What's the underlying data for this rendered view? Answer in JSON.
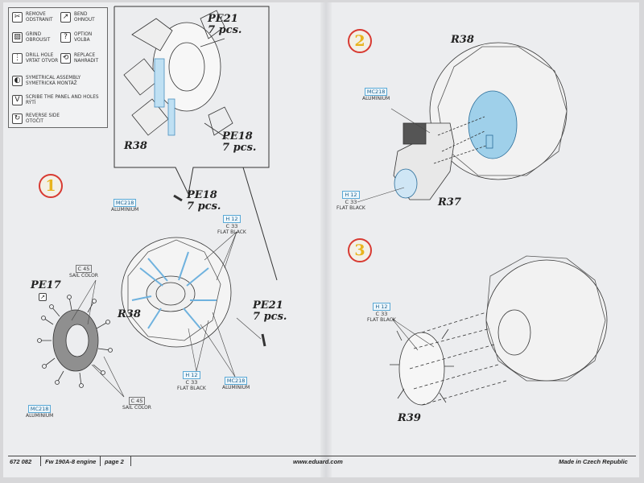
{
  "legend": {
    "items": [
      {
        "icon": "remove-icon",
        "glyph": "✂",
        "lines": [
          "REMOVE",
          "ODSTRANIT"
        ]
      },
      {
        "icon": "bend-icon",
        "glyph": "↗",
        "lines": [
          "BEND",
          "OHNOUT"
        ]
      },
      {
        "icon": "grind-icon",
        "glyph": "▨",
        "lines": [
          "GRIND",
          "OBROUSIT"
        ]
      },
      {
        "icon": "option-icon",
        "glyph": "?",
        "lines": [
          "OPTION",
          "VOLBA"
        ]
      },
      {
        "icon": "drill-hole-icon",
        "glyph": "⋮",
        "lines": [
          "DRILL HOLE",
          "VRTAT OTVOR"
        ]
      },
      {
        "icon": "replace-icon",
        "glyph": "⟲",
        "lines": [
          "REPLACE",
          "NAHRADIT"
        ]
      },
      {
        "icon": "symmetrical-assembly-icon",
        "glyph": "◐",
        "lines": [
          "SYMETRICAL ASSEMBLY",
          "SYMETRICKÁ MONTÁŽ"
        ]
      },
      {
        "icon": "scribe-icon",
        "glyph": "V",
        "lines": [
          "SCRIBE THE PANEL AND HOLES",
          "RÝTÍ"
        ]
      },
      {
        "icon": "reverse-side-icon",
        "glyph": "↻",
        "lines": [
          "REVERSE SIDE",
          "OTOČIT"
        ]
      }
    ]
  },
  "steps": {
    "one": "1",
    "two": "2",
    "three": "3"
  },
  "parts": {
    "pe21_top": "PE21",
    "pe21_top_qty": "7 pcs.",
    "pe18_top": "PE18",
    "pe18_top_qty": "7 pcs.",
    "r38_callout": "R38",
    "pe18": "PE18",
    "pe18_qty": "7 pcs.",
    "pe17": "PE17",
    "r38_step1": "R38",
    "pe21": "PE21",
    "pe21_qty": "7 pcs.",
    "r38_step2": "R38",
    "r37": "R37",
    "r39": "R39"
  },
  "codes": {
    "mc218_a": {
      "code": "MC218",
      "name": "ALUMINIUM"
    },
    "h12_c33_a": {
      "code": "H 12",
      "code2": "C 33",
      "name": "FLAT BLACK"
    },
    "c45_a": {
      "code": "C 45",
      "name": "SAIL COLOR"
    },
    "c45_b": {
      "code": "C 45",
      "name": "SAIL COLOR"
    },
    "mc218_b": {
      "code": "MC218",
      "name": "ALUMINIUM"
    },
    "h12_c33_b": {
      "code": "H 12",
      "code2": "C 33",
      "name": "FLAT BLACK"
    },
    "mc218_c": {
      "code": "MC218",
      "name": "ALUMINIUM"
    },
    "mc218_d": {
      "code": "MC218",
      "name": "ALUMINIUM"
    },
    "h12_c33_c": {
      "code": "H 12",
      "code2": "C 33",
      "name": "FLAT BLACK"
    },
    "h12_c33_d": {
      "code": "H 12",
      "code2": "C 33",
      "name": "FLAT BLACK"
    }
  },
  "footer": {
    "code": "672 082",
    "title": "Fw 190A-8 engine",
    "page": "page 2",
    "url": "www.eduard.com",
    "made": "Made in Czech Republic"
  },
  "colors": {
    "accent_blue": "#9cc9e6",
    "step_ring": "#d83a32",
    "step_digit": "#e8b41d"
  }
}
